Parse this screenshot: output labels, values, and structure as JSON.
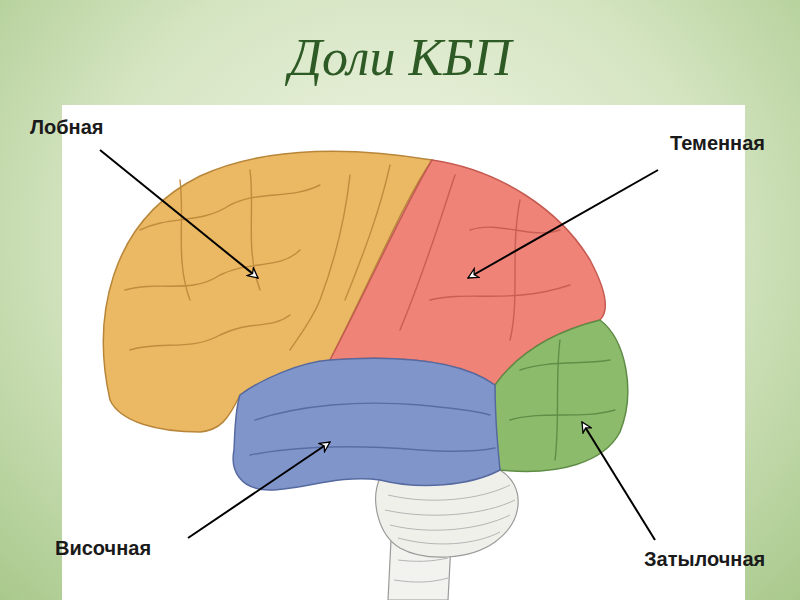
{
  "diagram": {
    "title": "Доли КБП",
    "labels": [
      "Лобная",
      "Теменная",
      "Височная",
      "Затылочная"
    ]
  }
}
